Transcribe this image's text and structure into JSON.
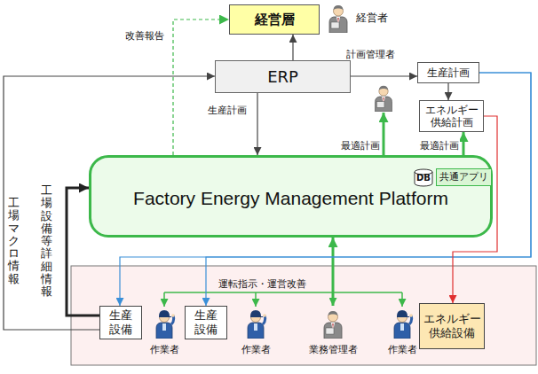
{
  "diagram": {
    "nodes": [
      {
        "text": [
          "経営層"
        ]
      },
      {
        "text": [
          "ERP"
        ]
      },
      {
        "text": [
          "生産計画"
        ]
      },
      {
        "text": [
          "エネルギー供給計画"
        ]
      },
      {
        "text": [
          "Factory Energy Management Platform"
        ]
      },
      {
        "text": [
          "DB"
        ],
        "in": 4
      },
      {
        "text": [
          "共通アプリ"
        ],
        "in": 4
      },
      {
        "text": [
          "生産設備"
        ]
      },
      {
        "text": [
          "生産設備"
        ]
      },
      {
        "text": [
          "エネルギー供給設備"
        ]
      }
    ],
    "edges": [
      {
        "from": 1,
        "to": 0,
        "arrow": "to"
      },
      {
        "from": 4,
        "to": 0,
        "arrow": "to",
        "label": "改善報告"
      },
      {
        "from": 1,
        "to": 4,
        "arrow": "to",
        "label": "生産計画"
      },
      {
        "from": 1,
        "to": 2,
        "arrow": "to"
      },
      {
        "from": 2,
        "to": 3,
        "arrow": "to"
      },
      {
        "from": 4,
        "to": 3,
        "arrow": "to",
        "label": "最適計画"
      },
      {
        "from": 2,
        "to": 7,
        "arrow": "to"
      },
      {
        "from": 2,
        "to": 8,
        "arrow": "to"
      },
      {
        "from": 3,
        "to": 9,
        "arrow": "to"
      },
      {
        "from": 7,
        "to": 4,
        "arrow": "to"
      },
      {
        "from": 7,
        "to": 1,
        "arrow": "to"
      }
    ],
    "labels": [
      "経営者",
      "計画管理者",
      "最適計画",
      "運転指示・運営改善",
      "工場マクロ情報",
      "工場設備等詳細情報",
      "作業者",
      "作業者",
      "業務管理者",
      "作業者"
    ]
  }
}
